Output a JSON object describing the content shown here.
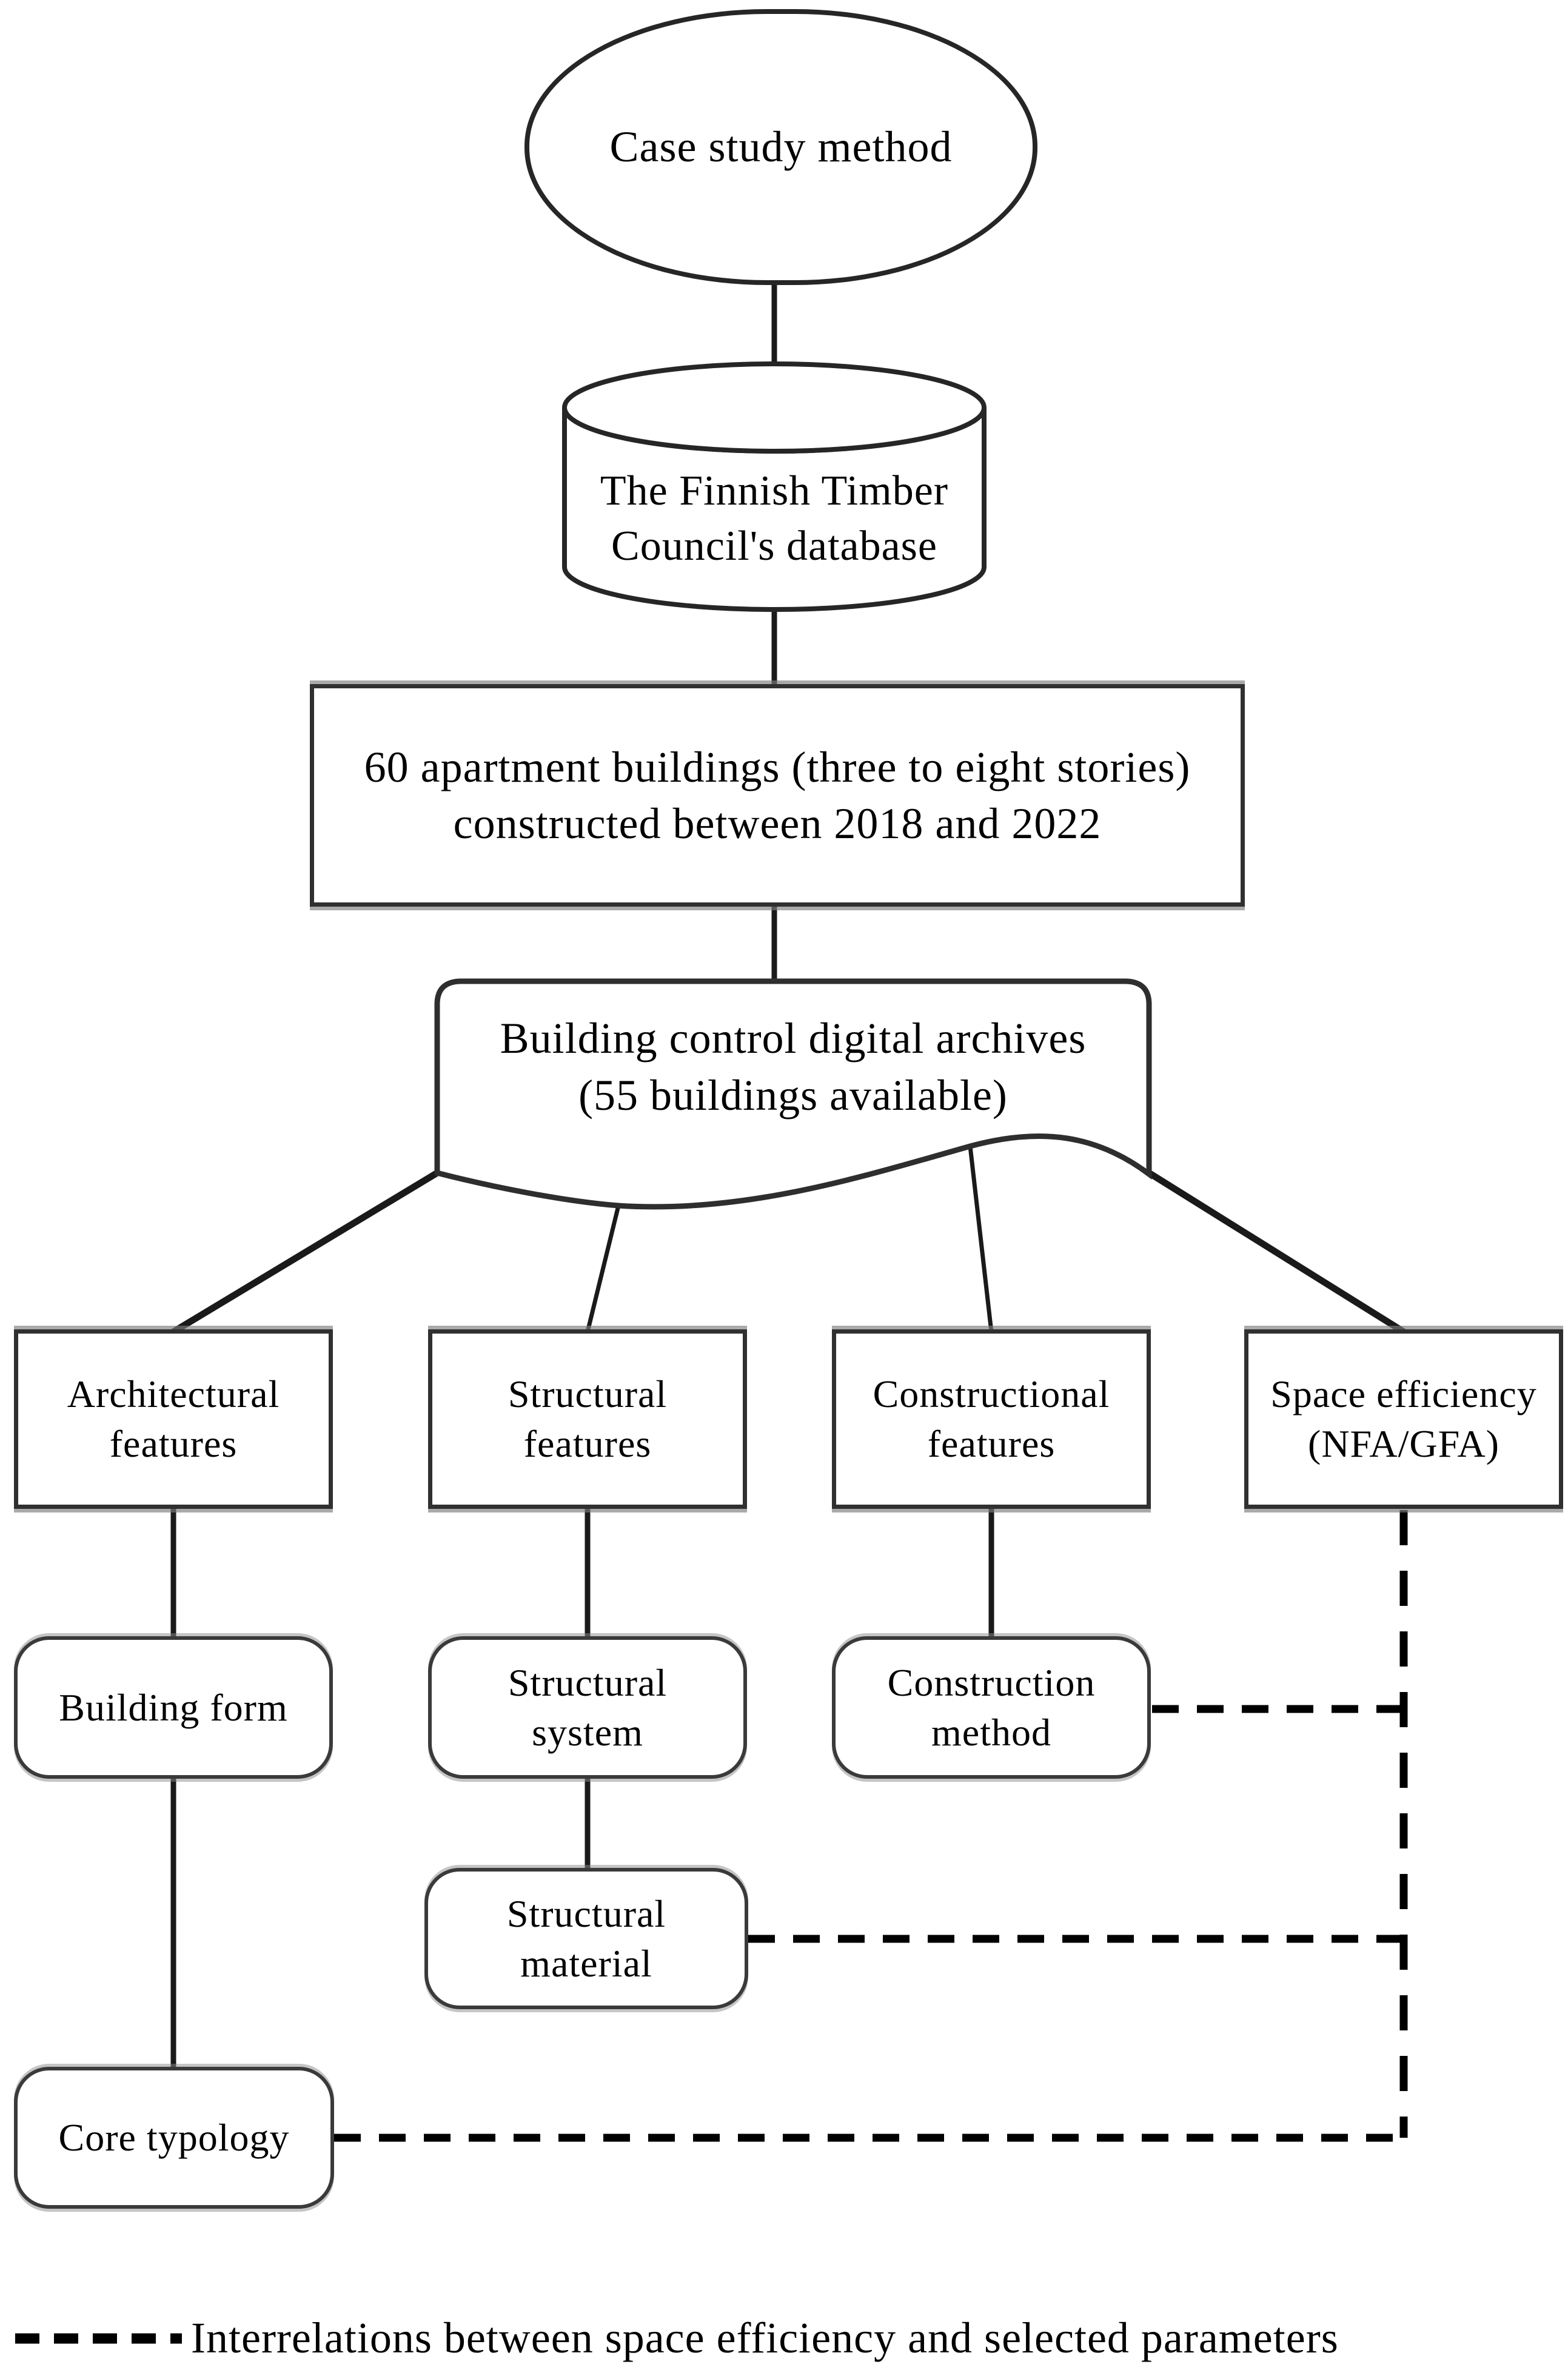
{
  "page": {
    "background": "#ffffff"
  },
  "colors": {
    "text": "#000000",
    "solid_line": "#1a1a1a",
    "dashed_line": "#000000",
    "box_border": "#303030"
  },
  "flowchart": {
    "nodes": {
      "case_study_method": {
        "shape": "terminator",
        "label": "Case study method"
      },
      "timber_council_database": {
        "shape": "cylinder",
        "label": "The Finnish Timber\nCouncil's database"
      },
      "apartment_buildings": {
        "shape": "rectangle",
        "label": "60 apartment buildings (three to eight stories)\nconstructed between 2018 and 2022"
      },
      "building_control_archives": {
        "shape": "document",
        "label": "Building control digital archives\n(55 buildings available)"
      },
      "architectural_features": {
        "shape": "rectangle",
        "label": "Architectural\nfeatures"
      },
      "structural_features": {
        "shape": "rectangle",
        "label": "Structural\nfeatures"
      },
      "constructional_features": {
        "shape": "rectangle",
        "label": "Constructional\nfeatures"
      },
      "space_efficiency": {
        "shape": "rectangle",
        "label": "Space efficiency\n(NFA/GFA)"
      },
      "building_form": {
        "shape": "rounded",
        "label": "Building form"
      },
      "structural_system": {
        "shape": "rounded",
        "label": "Structural\nsystem"
      },
      "construction_method": {
        "shape": "rounded",
        "label": "Construction\nmethod"
      },
      "structural_material": {
        "shape": "rounded",
        "label": "Structural\nmaterial"
      },
      "core_typology": {
        "shape": "rounded",
        "label": "Core typology"
      }
    },
    "legend": {
      "symbol": "dashed-line",
      "label": "Interrelations between space efficiency and selected parameters"
    }
  }
}
